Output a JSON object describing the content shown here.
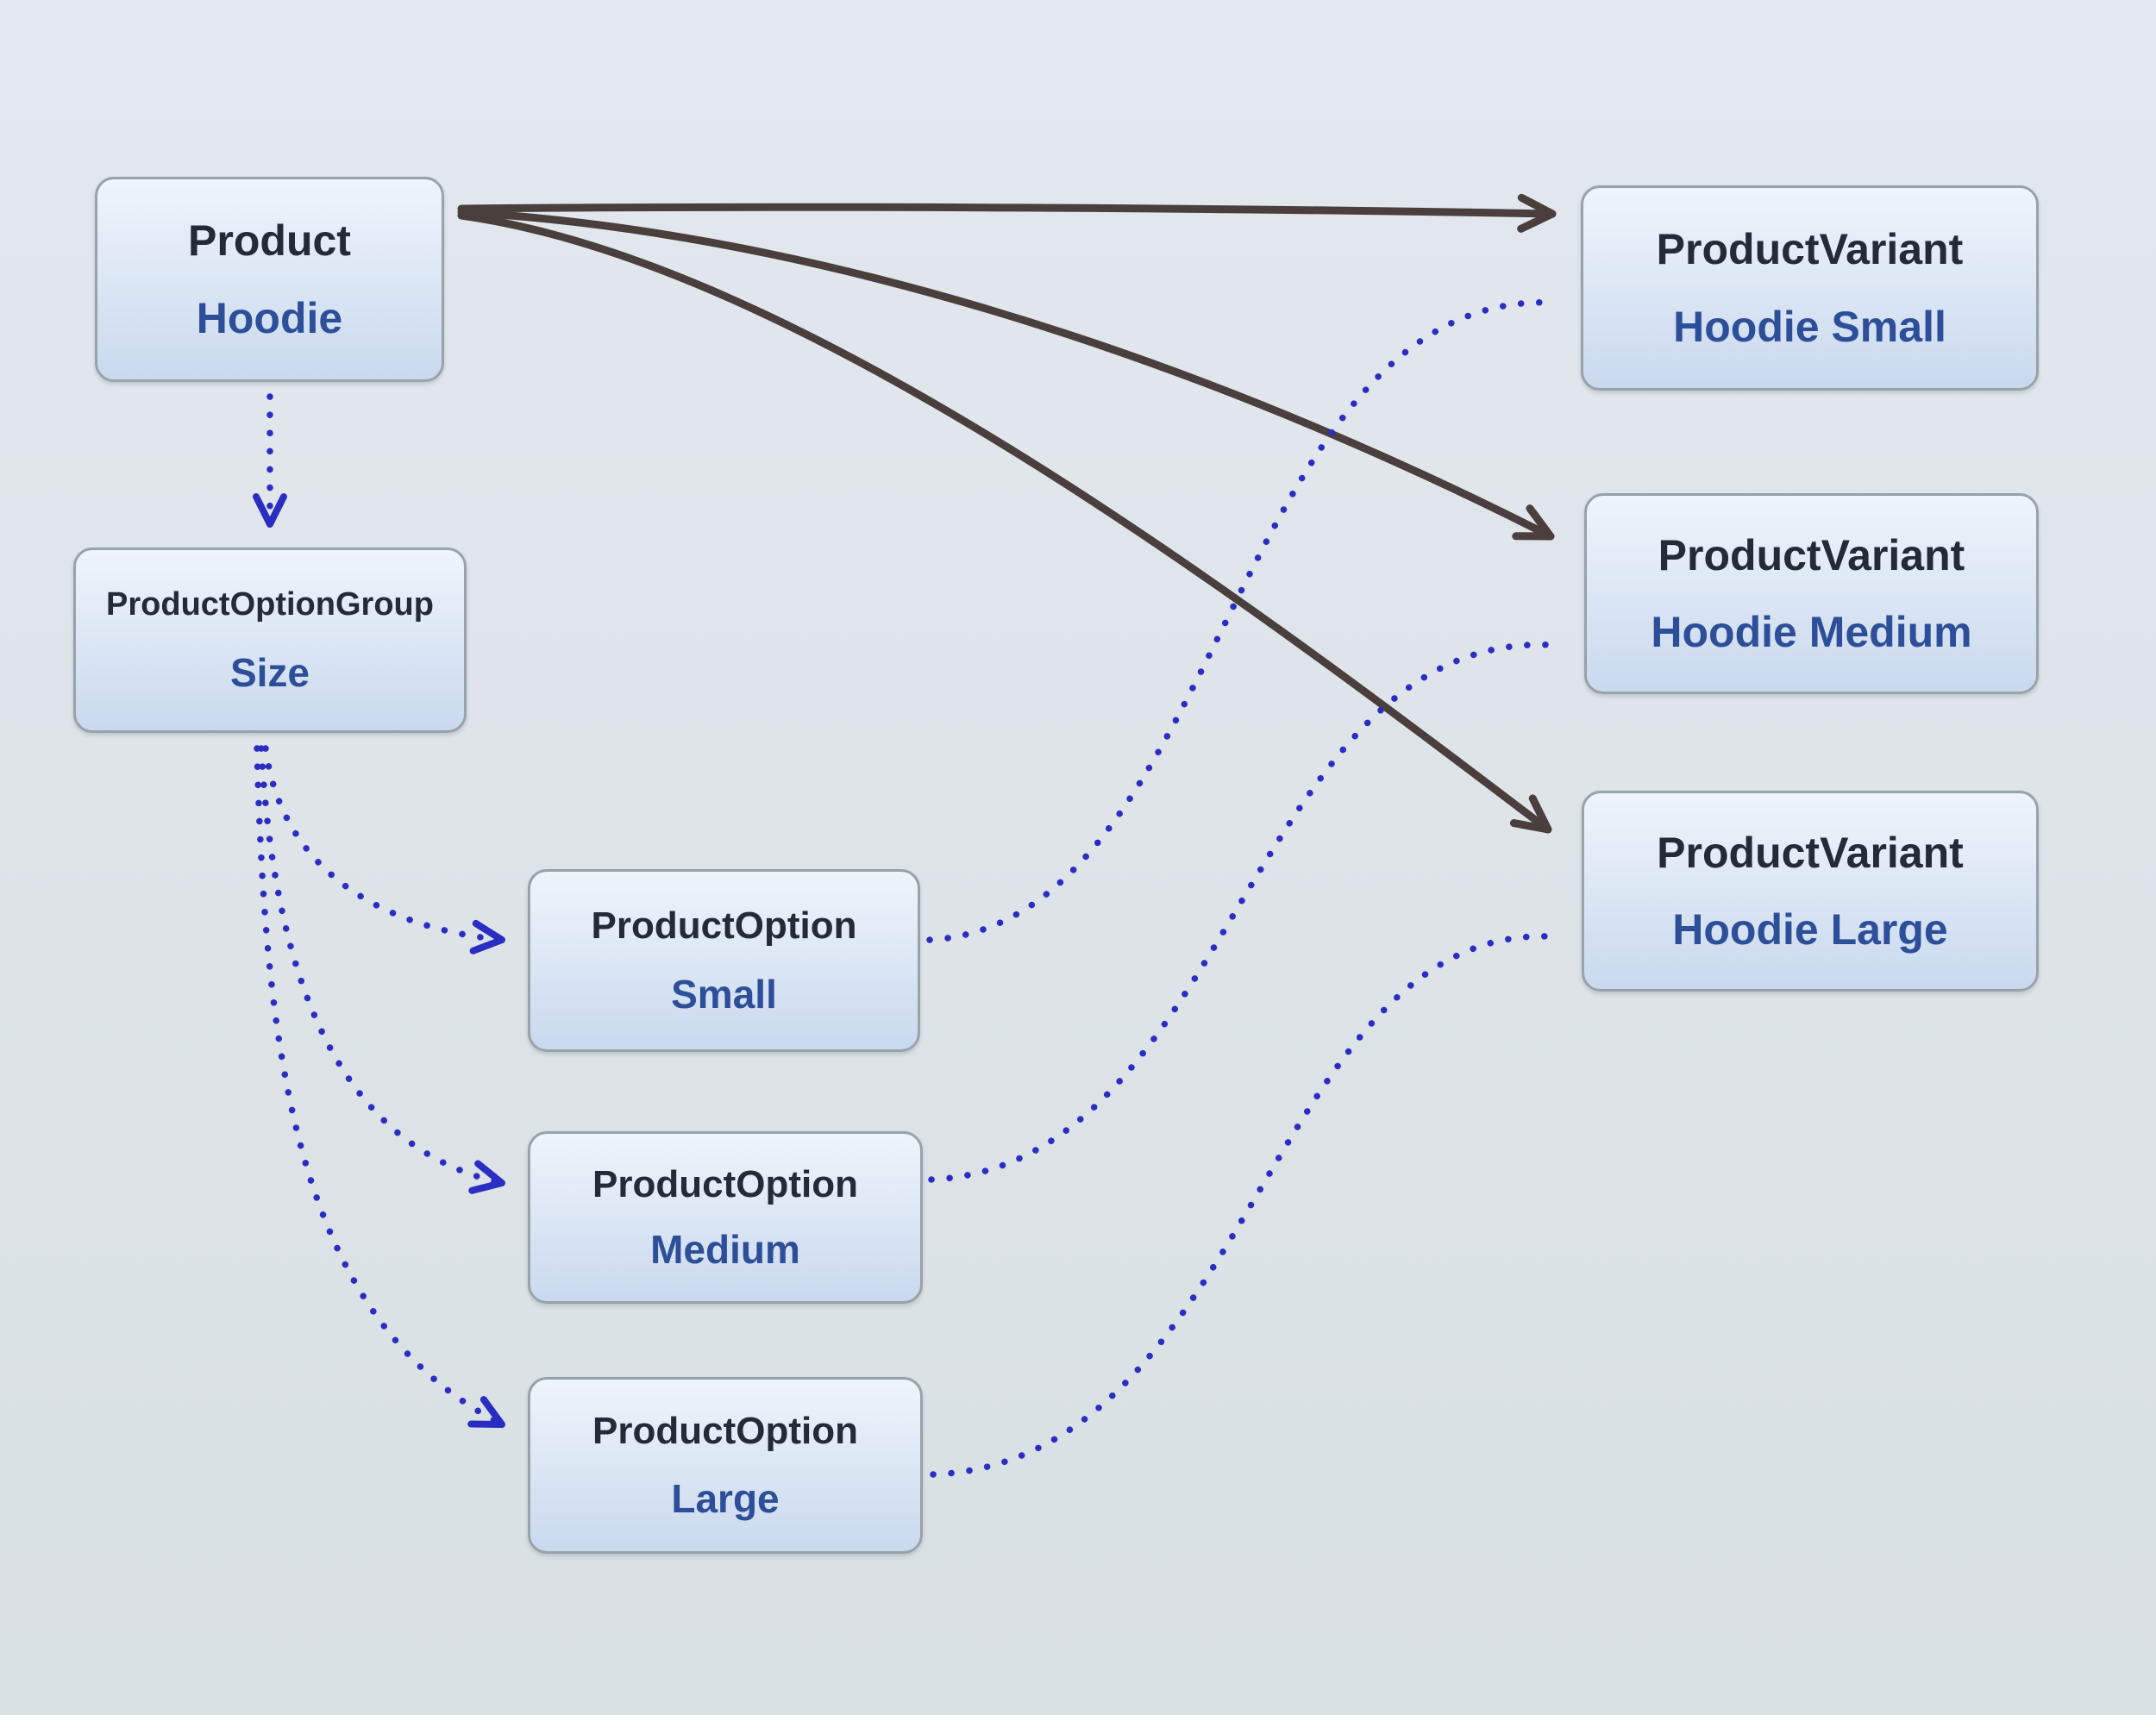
{
  "diagram": {
    "nodes": [
      {
        "id": "product",
        "type": "Product",
        "value": "Hoodie"
      },
      {
        "id": "option-group",
        "type": "ProductOptionGroup",
        "value": "Size"
      },
      {
        "id": "option-small",
        "type": "ProductOption",
        "value": "Small"
      },
      {
        "id": "option-medium",
        "type": "ProductOption",
        "value": "Medium"
      },
      {
        "id": "option-large",
        "type": "ProductOption",
        "value": "Large"
      },
      {
        "id": "variant-small",
        "type": "ProductVariant",
        "value": "Hoodie Small"
      },
      {
        "id": "variant-medium",
        "type": "ProductVariant",
        "value": "Hoodie Medium"
      },
      {
        "id": "variant-large",
        "type": "ProductVariant",
        "value": "Hoodie Large"
      }
    ],
    "edges": [
      {
        "from": "product",
        "to": "variant-small",
        "style": "solid-arrow"
      },
      {
        "from": "product",
        "to": "variant-medium",
        "style": "solid-arrow"
      },
      {
        "from": "product",
        "to": "variant-large",
        "style": "solid-arrow"
      },
      {
        "from": "product",
        "to": "option-group",
        "style": "dotted-arrow"
      },
      {
        "from": "option-group",
        "to": "option-small",
        "style": "dotted-arrow"
      },
      {
        "from": "option-group",
        "to": "option-medium",
        "style": "dotted-arrow"
      },
      {
        "from": "option-group",
        "to": "option-large",
        "style": "dotted-arrow"
      },
      {
        "from": "option-small",
        "to": "variant-small",
        "style": "dotted-line"
      },
      {
        "from": "option-medium",
        "to": "variant-medium",
        "style": "dotted-line"
      },
      {
        "from": "option-large",
        "to": "variant-large",
        "style": "dotted-line"
      }
    ],
    "colors": {
      "background_top": "#e2e8ee",
      "background_bottom": "#d9e0e3",
      "node_fill_top": "#eff4fb",
      "node_fill_bottom": "#c9d9ee",
      "node_border": "#98a2a9",
      "title_text": "#242b36",
      "value_text": "#2d4e98",
      "solid_edge": "#4a3f3d",
      "dotted_edge": "#2a2dc2"
    }
  }
}
